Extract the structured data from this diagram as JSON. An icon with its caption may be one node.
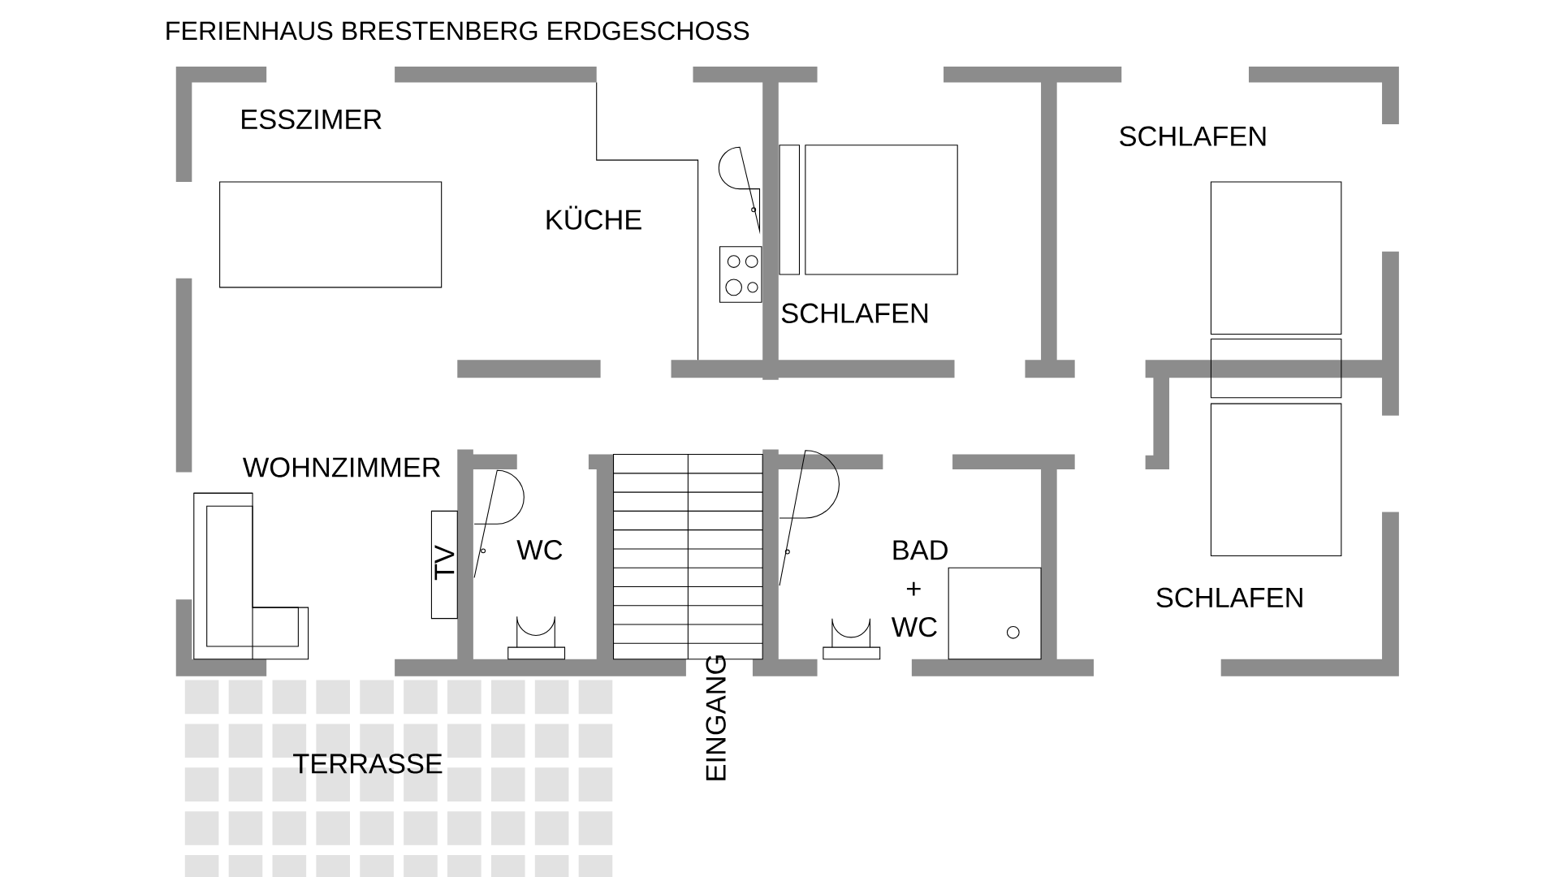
{
  "diagram": {
    "title": "FERIENHAUS BRESTENBERG ERDGESCHOSS",
    "labels": [
      "ESSZIMER",
      "SCHLAFEN",
      "KÜCHE",
      "SCHLAFEN",
      "WOHNZIMMER",
      "WC",
      "BAD + WC",
      "TV",
      "SCHLAFEN",
      "TERRASSE",
      "EINGANG"
    ]
  }
}
